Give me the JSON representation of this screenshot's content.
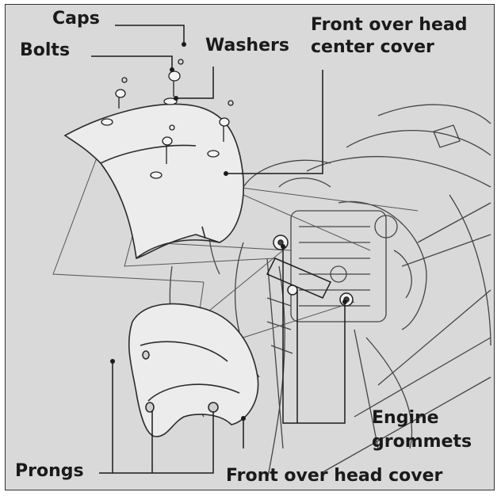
{
  "labels": {
    "caps": "Caps",
    "bolts": "Bolts",
    "washers": "Washers",
    "center_cover_line1": "Front over head",
    "center_cover_line2": "center cover",
    "engine_grommets_line1": "Engine",
    "engine_grommets_line2": "grommets",
    "prongs": "Prongs",
    "front_cover": "Front over head cover"
  },
  "colors": {
    "background": "#d9d9d9",
    "line": "#2b2b2b",
    "part_fill": "#e9e9e9",
    "label_text": "#1a1a1a"
  }
}
